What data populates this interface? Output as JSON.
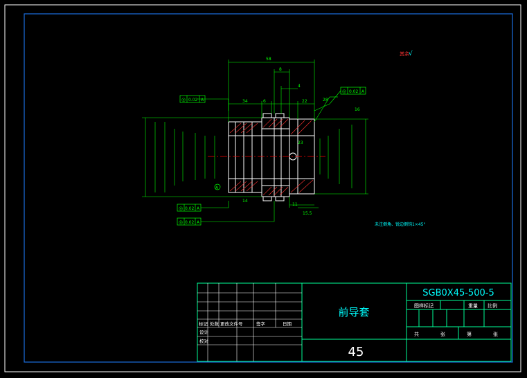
{
  "title_block": {
    "drawing_number": "SGB0X45-500-5",
    "part_name": "前导套",
    "material": "45",
    "header_cells": [
      "图样标记",
      "重量",
      "比例"
    ],
    "bottom_cells": [
      "共",
      "张",
      "第",
      "张"
    ],
    "revision_labels": [
      "标记",
      "处数",
      "更改文件号",
      "签字",
      "日期"
    ],
    "sign_labels": [
      "设计",
      "校对"
    ]
  },
  "drawing": {
    "top_dimension": "58",
    "dim_labels": [
      "8",
      "4",
      "34",
      "6",
      "22",
      "28",
      "16",
      "14",
      "11",
      "15.5",
      "23"
    ],
    "gdt": [
      {
        "symbol": "◎",
        "tol": "0.02",
        "datum": "A"
      },
      {
        "symbol": "◎",
        "tol": "0.02",
        "datum": "A"
      },
      {
        "symbol": "◎",
        "tol": "0.02",
        "datum": "A"
      },
      {
        "symbol": "◎",
        "tol": "0.02",
        "datum": "A"
      }
    ],
    "datum_label": "A",
    "note": "未注倒角、锐边倒钝1×45°",
    "roughness_symbol": "√"
  },
  "colors": {
    "frame": "#1a6ee0",
    "title_block": "#00ff99",
    "geometry": "#ffffff",
    "dimension": "#00ff00",
    "hatch": "#ff3333",
    "centerline": "#ff0000",
    "text_cyan": "#00ffff"
  }
}
